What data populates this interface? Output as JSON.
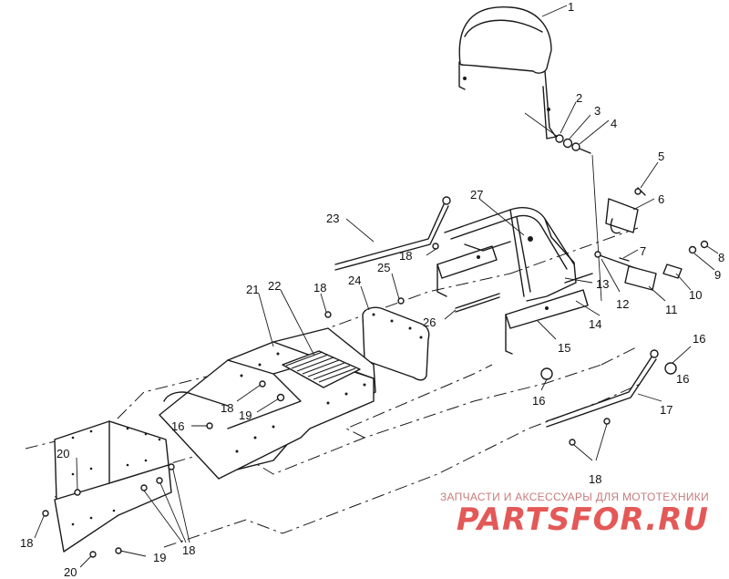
{
  "diagram": {
    "callouts": [
      "1",
      "2",
      "3",
      "4",
      "5",
      "6",
      "7",
      "8",
      "9",
      "10",
      "11",
      "12",
      "13",
      "14",
      "15",
      "16",
      "16",
      "16",
      "16",
      "17",
      "18",
      "18",
      "18",
      "18",
      "18",
      "18",
      "19",
      "19",
      "20",
      "20",
      "21",
      "22",
      "23",
      "24",
      "25",
      "26",
      "27"
    ]
  },
  "watermark": {
    "caption": "ЗАПЧАСТИ И АКСЕССУАРЫ ДЛЯ МОТОТЕХНИКИ",
    "logo_text": "PARTSFOR.RU",
    "caption_color": "#c77b7b",
    "logo_color": "#e03c3c"
  }
}
